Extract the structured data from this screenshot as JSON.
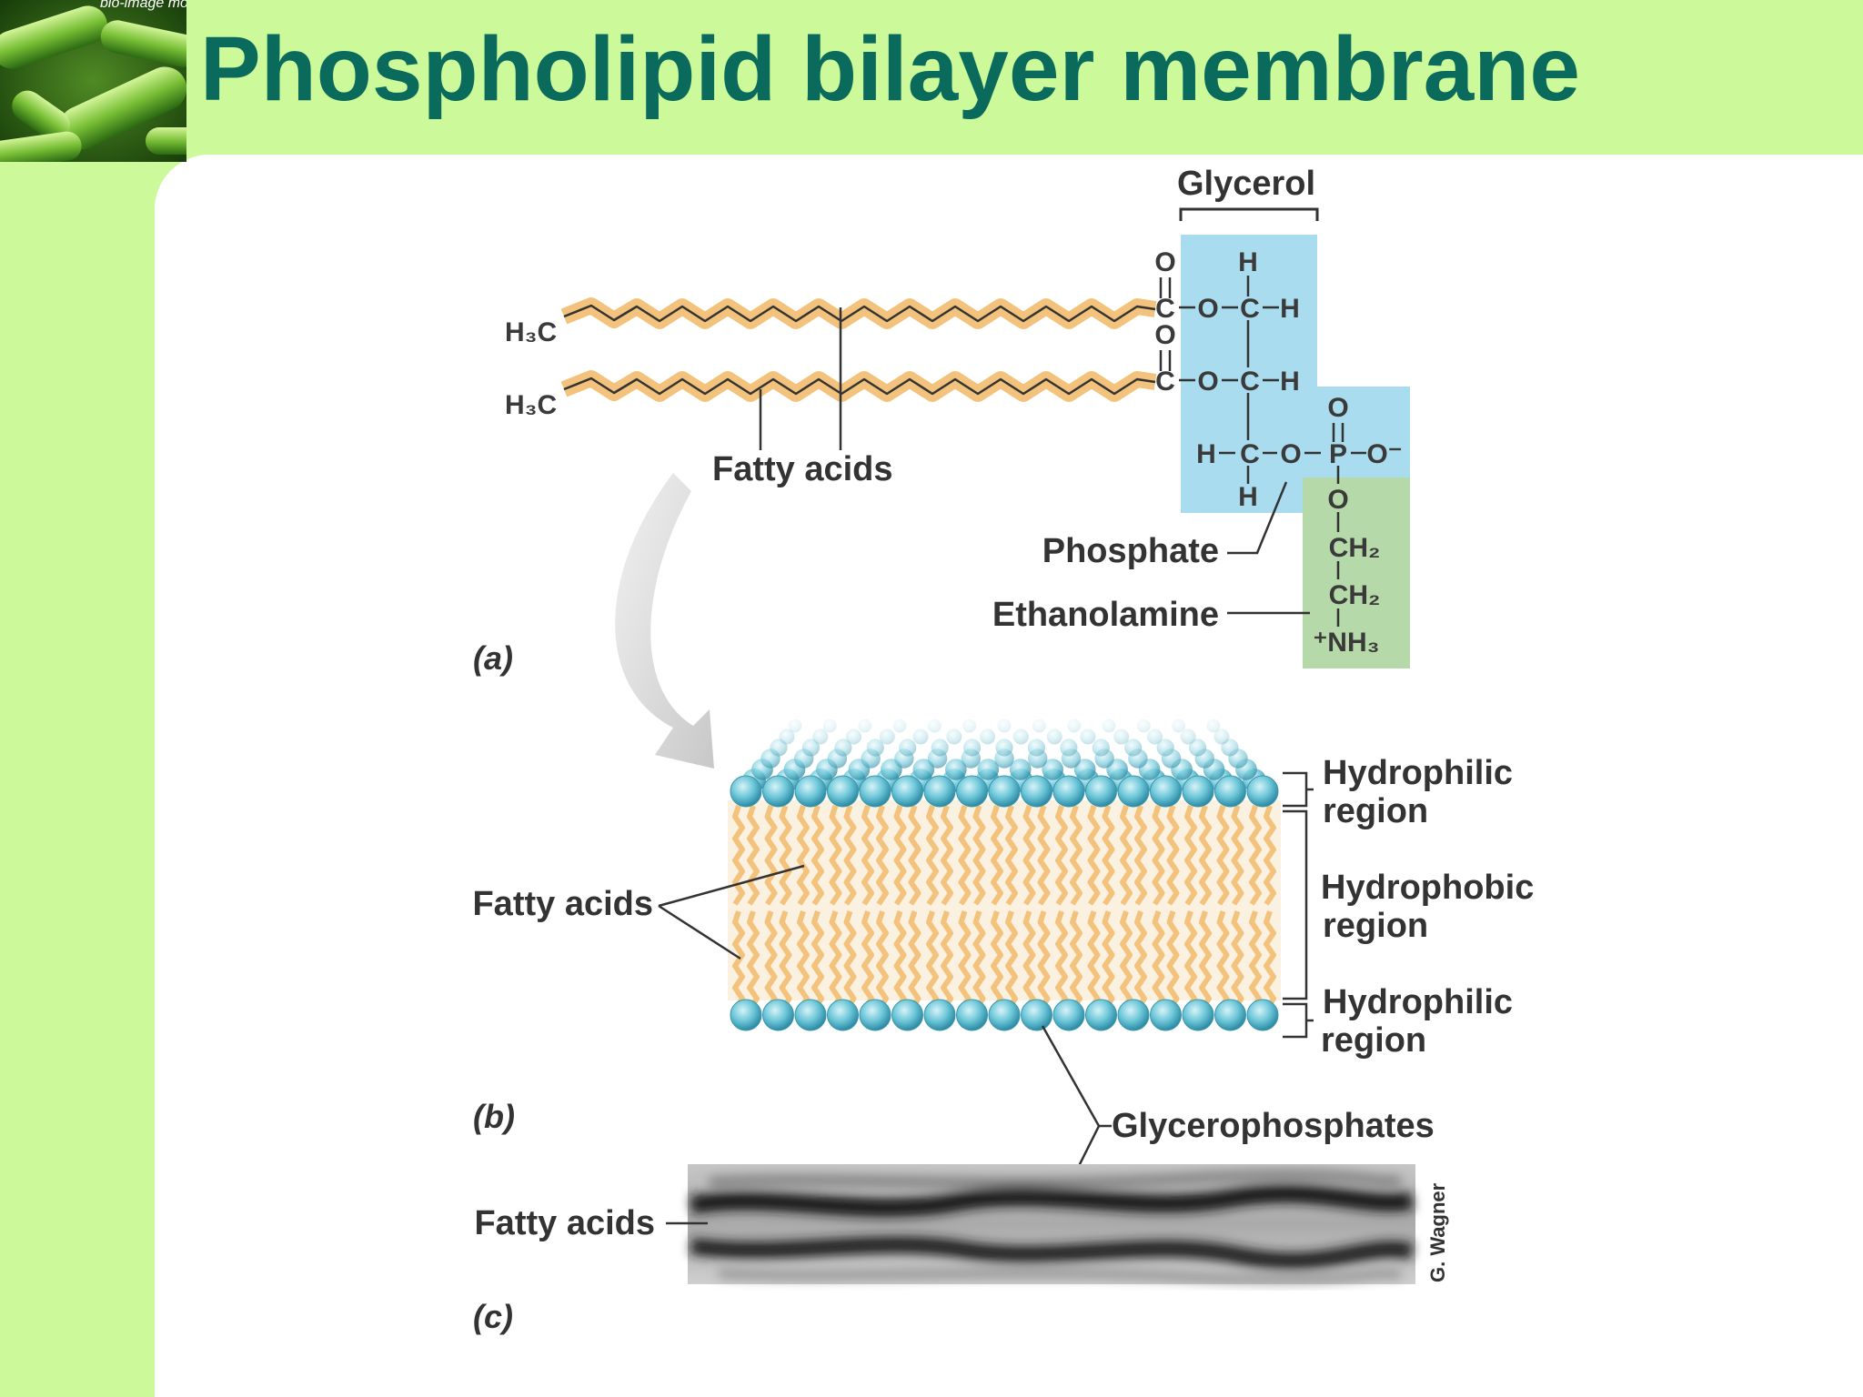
{
  "slide": {
    "title": "Phospholipid bilayer membrane",
    "logo_caption": "bio-image models",
    "colors": {
      "background": "#ccfa9a",
      "title": "#0a6b5c",
      "lipid_tail": "#f3c27c",
      "glycerol_box": "#a9dcee",
      "ethanolamine_box": "#b5d9a8",
      "head_group": "#66c2d4"
    }
  },
  "diagram": {
    "panel_a": {
      "tag": "(a)",
      "glycerol_label": "Glycerol",
      "fatty_acids_label": "Fatty acids",
      "phosphate_label": "Phosphate",
      "ethanolamine_label": "Ethanolamine",
      "chain_start_1": "H₃C",
      "chain_start_2": "H₃C",
      "atoms": {
        "o_carbonyl_1": "O",
        "c_1": "C",
        "o_ester_1": "O",
        "c_glycerol_1": "C",
        "h_top": "H",
        "h_right_1": "H",
        "o_carbonyl_2": "O",
        "c_2": "C",
        "o_ester_2": "O",
        "c_glycerol_2": "C",
        "h_right_2": "H",
        "h_left_3": "H",
        "c_glycerol_3": "C",
        "o_link": "O",
        "p": "P",
        "o_minus": "O⁻",
        "o_phosphoryl": "O",
        "h_bottom": "H",
        "o_bridge": "O",
        "ch2_1": "CH₂",
        "ch2_2": "CH₂",
        "nh3": "⁺NH₃"
      }
    },
    "panel_b": {
      "tag": "(b)",
      "fatty_acids_label": "Fatty acids",
      "hydrophilic_top": [
        "Hydrophilic",
        "region"
      ],
      "hydrophobic": [
        "Hydrophobic",
        "region"
      ],
      "hydrophilic_bottom": [
        "Hydrophilic",
        "region"
      ]
    },
    "panel_c": {
      "tag": "(c)",
      "glycerophosphates_label": "Glycerophosphates",
      "fatty_acids_label": "Fatty acids",
      "credit": "G. Wagner"
    }
  }
}
